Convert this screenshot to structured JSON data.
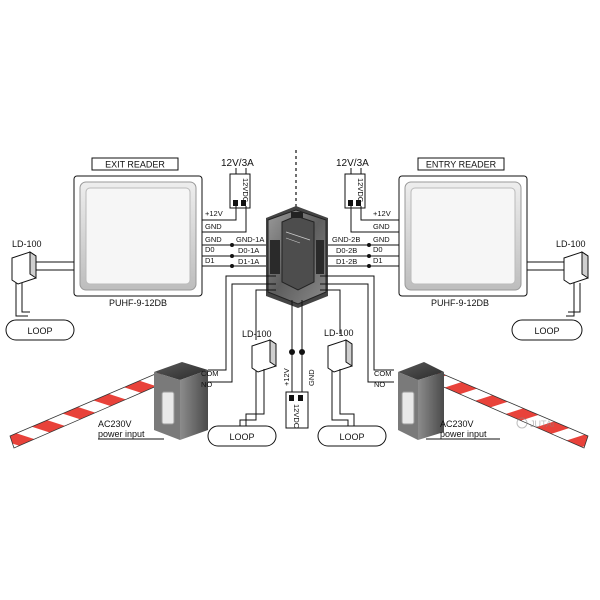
{
  "exit_reader": {
    "title": "EXIT READER",
    "model": "PUHF-9-12DB",
    "terminals": [
      "+12V",
      "GND",
      "GND",
      "D0",
      "D1"
    ]
  },
  "entry_reader": {
    "title": "ENTRY READER",
    "model": "PUHF-9-12DB",
    "terminals": [
      "+12V",
      "GND",
      "GND",
      "D0",
      "D1"
    ]
  },
  "psu_left": {
    "rating": "12V/3A",
    "label": "12VDC"
  },
  "psu_right": {
    "rating": "12V/3A",
    "label": "12VDC"
  },
  "psu_bottom": {
    "label": "12VDC"
  },
  "controller": {
    "left_terminals": [
      "GND-1A",
      "D0-1A",
      "D1-1A"
    ],
    "right_terminals": [
      "GND-2B",
      "D0-2B",
      "D1-2B"
    ],
    "bottom_terminals": [
      "+12V",
      "GND"
    ]
  },
  "detectors": {
    "left_outer": "LD-100",
    "right_outer": "LD-100",
    "left_inner": "LD-100",
    "right_inner": "LD-100"
  },
  "loops": {
    "left_outer": "LOOP",
    "right_outer": "LOOP",
    "left_inner": "LOOP",
    "right_inner": "LOOP"
  },
  "barrier_left": {
    "com": "COM",
    "no": "NO",
    "power_1": "AC230V",
    "power_2": "power input"
  },
  "barrier_right": {
    "com": "COM",
    "no": "NO",
    "power_1": "AC230V",
    "power_2": "power input"
  },
  "watermark": "JUTAI",
  "colors": {
    "stripe_red": "#e8423a",
    "box_grey": "#6f6f6f",
    "box_dark": "#3a3a3a"
  }
}
